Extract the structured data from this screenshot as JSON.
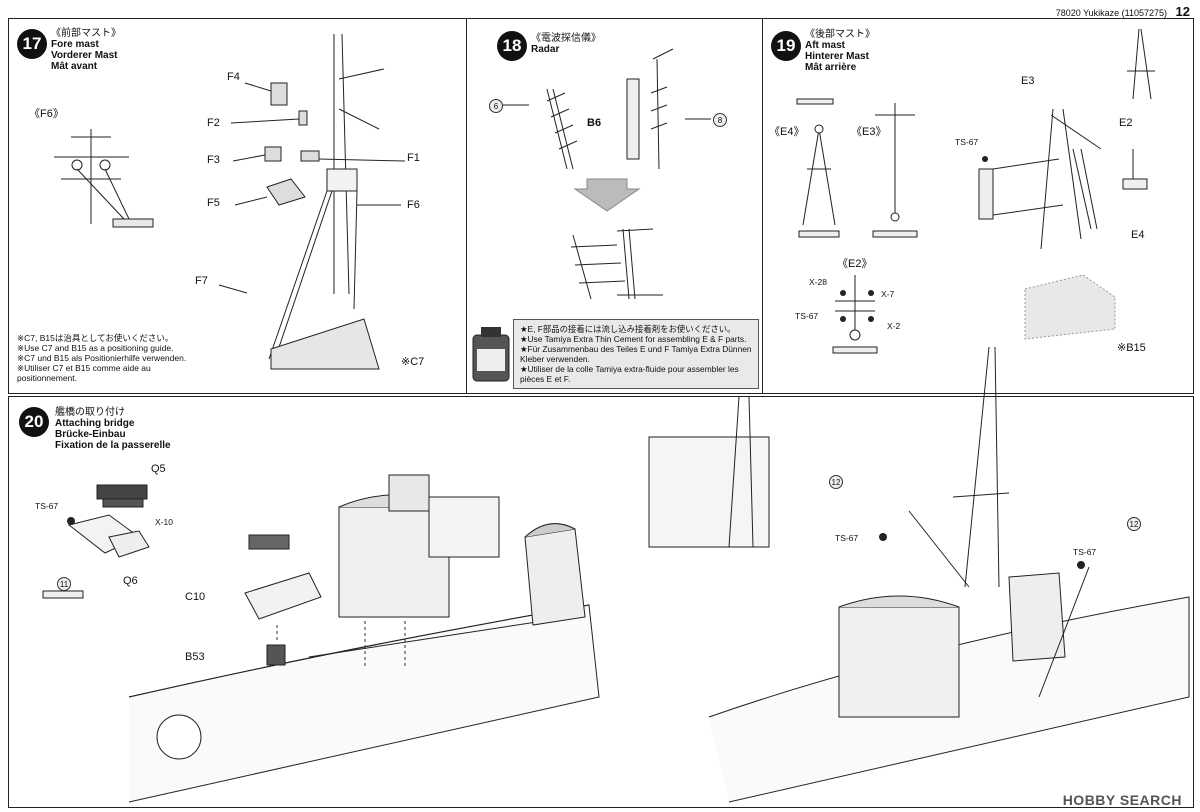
{
  "header": {
    "code": "78020 Yukikaze (11057275)",
    "page": "12"
  },
  "step17": {
    "number": "17",
    "title_jp": "《前部マスト》",
    "title_en": "Fore mast",
    "title_de": "Vorderer Mast",
    "title_fr": "Mât avant",
    "sub_label": "《F6》",
    "parts": [
      "F4",
      "F2",
      "F3",
      "F1",
      "F5",
      "F6",
      "F7",
      "※C7"
    ],
    "notes": [
      "※C7, B15は治具としてお使いください。",
      "※Use C7 and B15 as a positioning guide.",
      "※C7 und B15 als Positionierhilfe verwenden.",
      "※Utiliser C7 et B15 comme aide au",
      "positionnement."
    ]
  },
  "step18": {
    "number": "18",
    "title_jp": "《電波探信儀》",
    "title_en": "Radar",
    "part": "B6",
    "arrow_left": "6",
    "arrow_right": "8",
    "cement": [
      "★E, F部品の接着には流し込み接着剤をお使いください。",
      "★Use Tamiya Extra Thin Cement for assembling E & F parts.",
      "★Für Zusammenbau des Teiles E und F Tamiya Extra Dünnen",
      "Kleber verwenden.",
      "★Utiliser de la colle Tamiya extra-fluide pour assembler les",
      "pièces E et F."
    ]
  },
  "step19": {
    "number": "19",
    "title_jp": "《後部マスト》",
    "title_en": "Aft mast",
    "title_de": "Hinterer Mast",
    "title_fr": "Mât arrière",
    "sub_e4": "《E4》",
    "sub_e3": "《E3》",
    "sub_e2": "《E2》",
    "parts": [
      "E3",
      "E2",
      "TS-67",
      "E4",
      "※B15"
    ],
    "e2_parts": [
      "X-28",
      "X-7",
      "TS-67",
      "X-2"
    ]
  },
  "step20": {
    "number": "20",
    "title_jp": "艦橋の取り付け",
    "title_en": "Attaching bridge",
    "title_de": "Brücke-Einbau",
    "title_fr": "Fixation de la passerelle",
    "parts": [
      "Q5",
      "TS-67",
      "X-10",
      "Q6",
      "C10",
      "B53"
    ],
    "right_parts": [
      "TS-67",
      "TS-67"
    ],
    "markers": [
      "11",
      "12",
      "12"
    ]
  },
  "watermark": "HOBBY SEARCH"
}
